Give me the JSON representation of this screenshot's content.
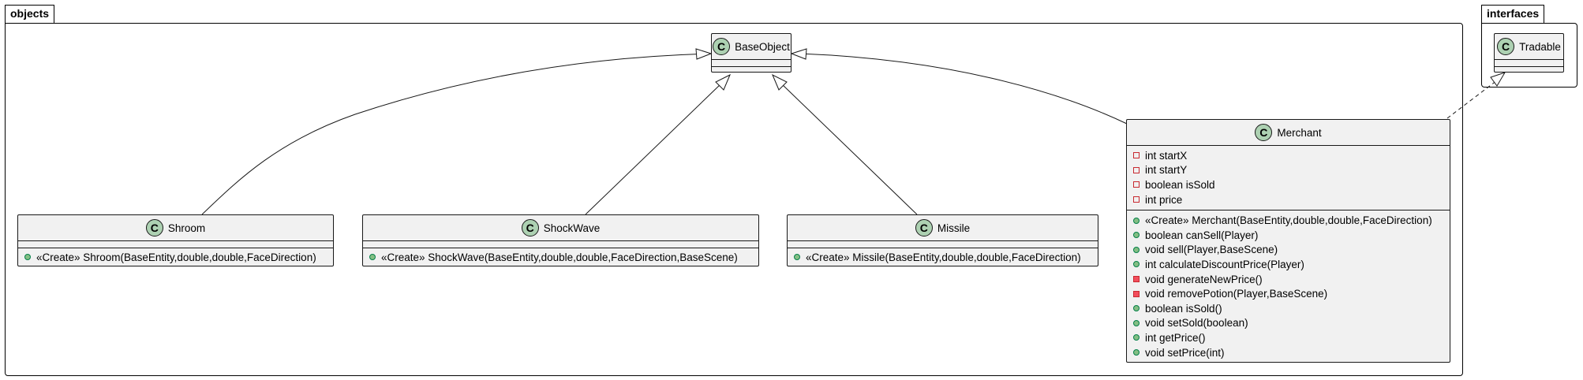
{
  "packages": [
    {
      "name": "objects"
    },
    {
      "name": "interfaces"
    }
  ],
  "classes": {
    "baseobject": {
      "stereotype_icon": "C",
      "name": "BaseObject",
      "fields": [],
      "methods": []
    },
    "tradable": {
      "stereotype_icon": "C",
      "name": "Tradable",
      "fields": [],
      "methods": []
    },
    "shroom": {
      "stereotype_icon": "C",
      "name": "Shroom",
      "fields": [],
      "methods": [
        {
          "vis": "public",
          "text": "«Create» Shroom(BaseEntity,double,double,FaceDirection)"
        }
      ]
    },
    "shockwave": {
      "stereotype_icon": "C",
      "name": "ShockWave",
      "fields": [],
      "methods": [
        {
          "vis": "public",
          "text": "«Create» ShockWave(BaseEntity,double,double,FaceDirection,BaseScene)"
        }
      ]
    },
    "missile": {
      "stereotype_icon": "C",
      "name": "Missile",
      "fields": [],
      "methods": [
        {
          "vis": "public",
          "text": "«Create» Missile(BaseEntity,double,double,FaceDirection)"
        }
      ]
    },
    "merchant": {
      "stereotype_icon": "C",
      "name": "Merchant",
      "fields": [
        {
          "vis": "private",
          "text": "int startX"
        },
        {
          "vis": "private",
          "text": "int startY"
        },
        {
          "vis": "private",
          "text": "boolean isSold"
        },
        {
          "vis": "private",
          "text": "int price"
        }
      ],
      "methods": [
        {
          "vis": "public",
          "text": "«Create» Merchant(BaseEntity,double,double,FaceDirection)"
        },
        {
          "vis": "public",
          "text": "boolean canSell(Player)"
        },
        {
          "vis": "public",
          "text": "void sell(Player,BaseScene)"
        },
        {
          "vis": "public",
          "text": "int calculateDiscountPrice(Player)"
        },
        {
          "vis": "private",
          "text": "void generateNewPrice()"
        },
        {
          "vis": "private",
          "text": "void removePotion(Player,BaseScene)"
        },
        {
          "vis": "public",
          "text": "boolean isSold()"
        },
        {
          "vis": "public",
          "text": "void setSold(boolean)"
        },
        {
          "vis": "public",
          "text": "int getPrice()"
        },
        {
          "vis": "public",
          "text": "void setPrice(int)"
        }
      ]
    }
  },
  "relations": [
    {
      "from": "Shroom",
      "to": "BaseObject",
      "kind": "extends"
    },
    {
      "from": "ShockWave",
      "to": "BaseObject",
      "kind": "extends"
    },
    {
      "from": "Missile",
      "to": "BaseObject",
      "kind": "extends"
    },
    {
      "from": "Merchant",
      "to": "BaseObject",
      "kind": "extends"
    },
    {
      "from": "Merchant",
      "to": "Tradable",
      "kind": "implements"
    }
  ],
  "colors": {
    "class_fill": "#f1f1f1",
    "badge_fill": "#add1b2",
    "public": "#84be84",
    "private": "#f24d5c"
  }
}
